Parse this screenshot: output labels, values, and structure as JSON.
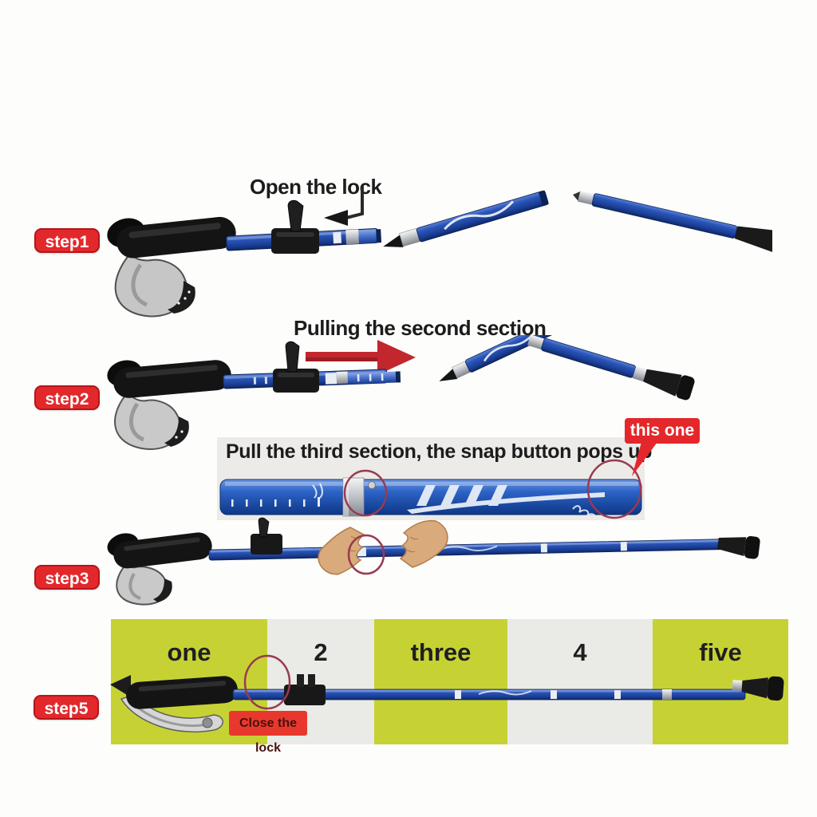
{
  "steps": {
    "step1": {
      "badge": "step1",
      "annotation": "Open the lock"
    },
    "step2": {
      "badge": "step2",
      "annotation": "Pulling the second section"
    },
    "step3": {
      "badge": "step3"
    },
    "step5": {
      "badge": "step5",
      "callout": "Close the lock"
    }
  },
  "panel": {
    "title": "Pull the third section, the snap button pops up",
    "callout": "this one"
  },
  "table": {
    "headers": [
      "one",
      "2",
      "three",
      "4",
      "five"
    ]
  },
  "colors": {
    "badge_red": "#e3282c",
    "callout_red": "#e3272b",
    "close_badge_red": "#e8382e",
    "table_yellow": "#c6d234",
    "table_gray": "#eaeae6",
    "panel_gray": "#ecebe8",
    "pole_blue": "#2a55b8",
    "arrow_red": "#c1272d",
    "highlight_circle_red": "#993a50",
    "annotation_text": "#1c1c1c"
  }
}
